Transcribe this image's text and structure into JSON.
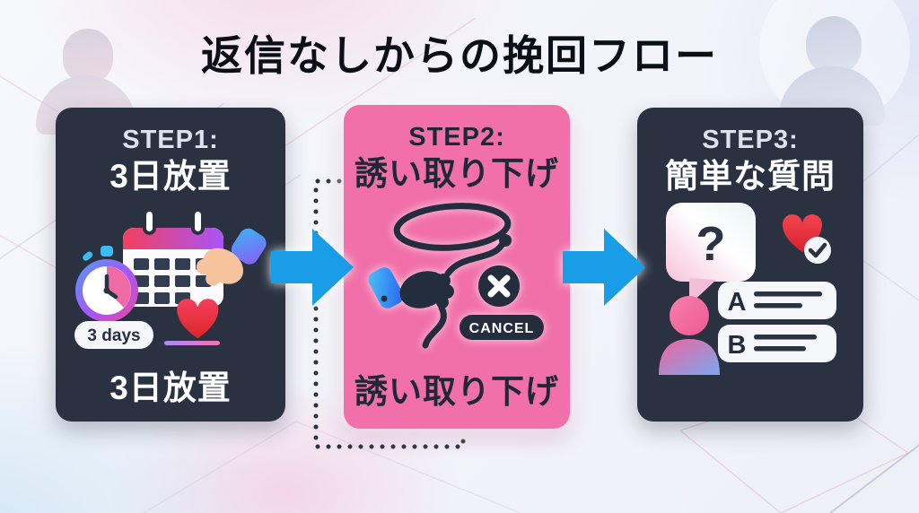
{
  "title": "返信なしからの挽回フロー",
  "colors": {
    "title_text": "#0b0f16",
    "card_dark": "#2a3241",
    "card_pink": "#f170a9",
    "arrow_blue": "#189de6",
    "step_label_light": "#dce3ee",
    "step_text_dark": "#1f2836",
    "heart_red": "#e63a46"
  },
  "steps": [
    {
      "label": "STEP1:",
      "heading": "3日放置",
      "caption": "3日放置",
      "badge_label": "3 days"
    },
    {
      "label": "STEP2:",
      "heading": "誘い取り下げ",
      "caption": "誘い取り下げ",
      "cancel_label": "CANCEL"
    },
    {
      "label": "STEP3:",
      "heading": "簡単な質問",
      "question_mark": "?",
      "option_a": "A",
      "option_b": "B"
    }
  ]
}
